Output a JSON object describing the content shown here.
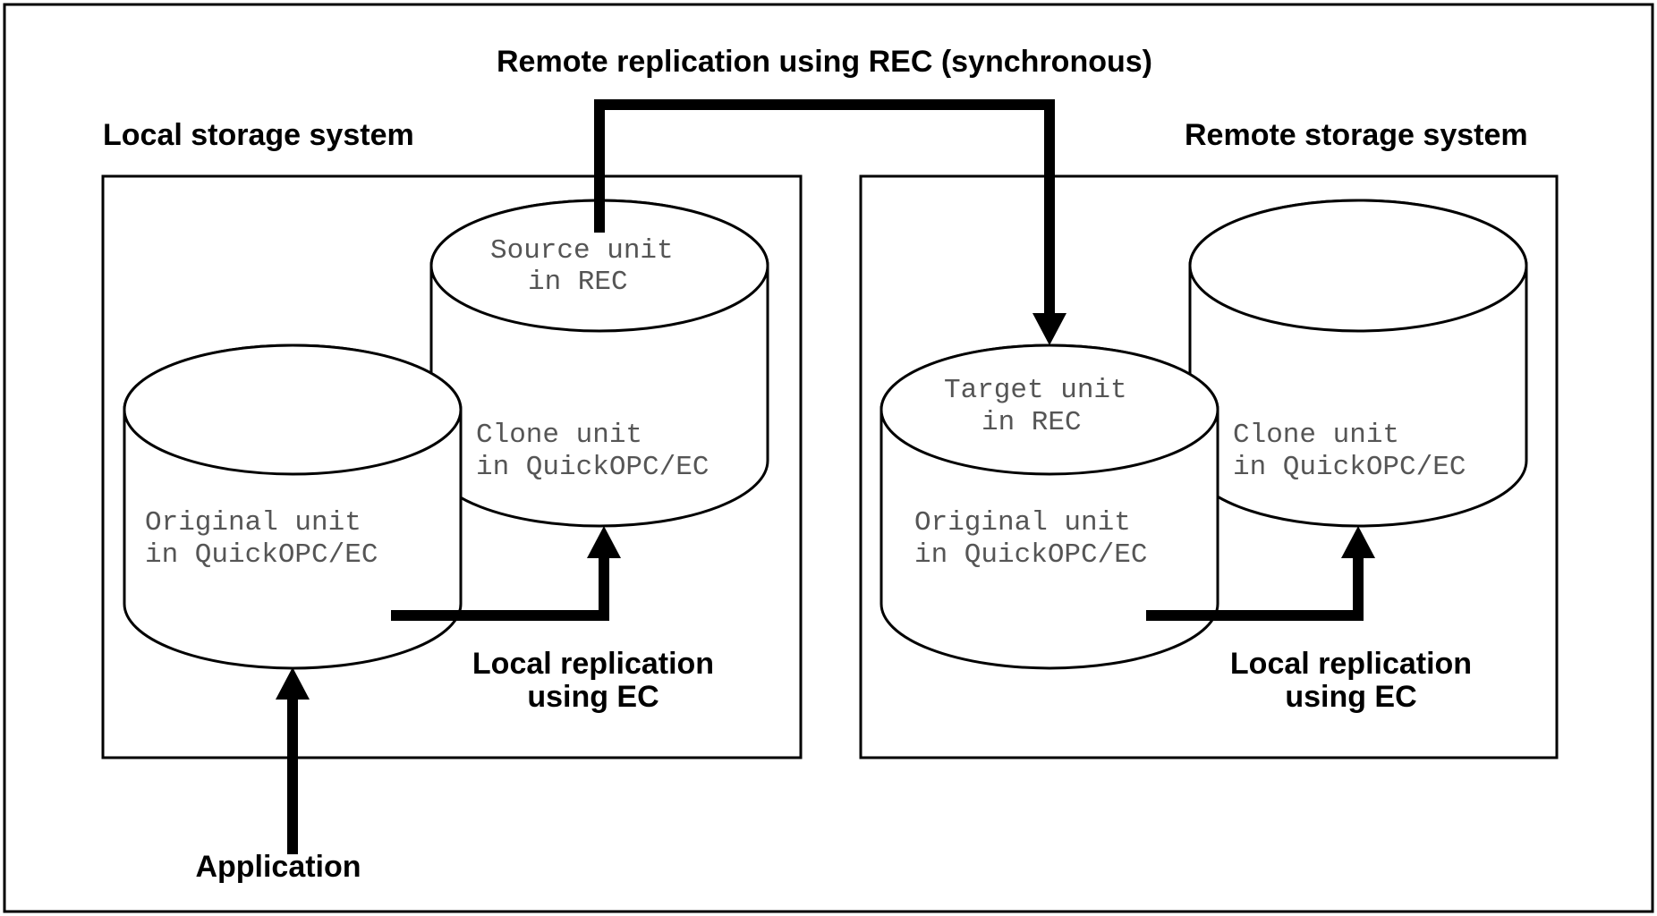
{
  "title": "Remote replication using REC (synchronous)",
  "local_system": {
    "label": "Local storage system",
    "source_unit": {
      "line1": "Source unit",
      "line2": "in REC"
    },
    "clone_unit": {
      "line1": "Clone unit",
      "line2": "in QuickOPC/EC"
    },
    "original_unit": {
      "line1": "Original unit",
      "line2": "in QuickOPC/EC"
    },
    "local_replication": {
      "line1": "Local replication",
      "line2": "using EC"
    }
  },
  "remote_system": {
    "label": "Remote storage system",
    "target_unit": {
      "line1": "Target unit",
      "line2": "in REC"
    },
    "clone_unit": {
      "line1": "Clone unit",
      "line2": "in QuickOPC/EC"
    },
    "original_unit": {
      "line1": "Original unit",
      "line2": "in QuickOPC/EC"
    },
    "local_replication": {
      "line1": "Local replication",
      "line2": "using EC"
    }
  },
  "application_label": "Application"
}
